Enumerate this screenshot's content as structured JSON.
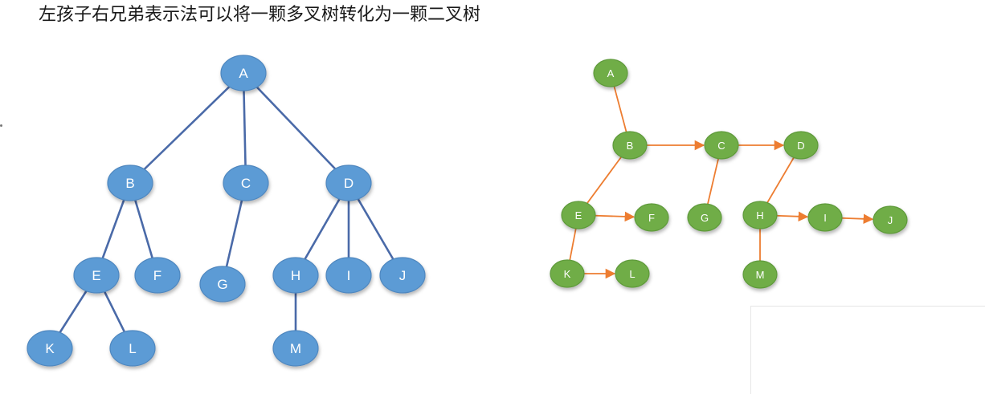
{
  "title": "左孩子右兄弟表示法可以将一颗多叉树转化为一颗二叉树",
  "colors": {
    "left_node_fill": "#5b9bd5",
    "left_node_stroke": "#4f87bf",
    "left_edge": "#4a6aa8",
    "right_node_fill": "#70ad47",
    "right_node_stroke": "#5e9a3a",
    "right_edge": "#ed7d31"
  },
  "left_tree": {
    "nodes": [
      {
        "id": "A",
        "label": "A"
      },
      {
        "id": "B",
        "label": "B"
      },
      {
        "id": "C",
        "label": "C"
      },
      {
        "id": "D",
        "label": "D"
      },
      {
        "id": "E",
        "label": "E"
      },
      {
        "id": "F",
        "label": "F"
      },
      {
        "id": "G",
        "label": "G"
      },
      {
        "id": "H",
        "label": "H"
      },
      {
        "id": "I",
        "label": "I"
      },
      {
        "id": "J",
        "label": "J"
      },
      {
        "id": "K",
        "label": "K"
      },
      {
        "id": "L",
        "label": "L"
      },
      {
        "id": "M",
        "label": "M"
      }
    ],
    "edges": [
      [
        "A",
        "B"
      ],
      [
        "A",
        "C"
      ],
      [
        "A",
        "D"
      ],
      [
        "B",
        "E"
      ],
      [
        "B",
        "F"
      ],
      [
        "C",
        "G"
      ],
      [
        "D",
        "H"
      ],
      [
        "D",
        "I"
      ],
      [
        "D",
        "J"
      ],
      [
        "E",
        "K"
      ],
      [
        "E",
        "L"
      ],
      [
        "H",
        "M"
      ]
    ]
  },
  "right_tree": {
    "nodes": [
      {
        "id": "A",
        "label": "A"
      },
      {
        "id": "B",
        "label": "B"
      },
      {
        "id": "C",
        "label": "C"
      },
      {
        "id": "D",
        "label": "D"
      },
      {
        "id": "E",
        "label": "E"
      },
      {
        "id": "F",
        "label": "F"
      },
      {
        "id": "G",
        "label": "G"
      },
      {
        "id": "H",
        "label": "H"
      },
      {
        "id": "I",
        "label": "I"
      },
      {
        "id": "J",
        "label": "J"
      },
      {
        "id": "K",
        "label": "K"
      },
      {
        "id": "L",
        "label": "L"
      },
      {
        "id": "M",
        "label": "M"
      }
    ],
    "child_edges": [
      [
        "A",
        "B"
      ],
      [
        "B",
        "E"
      ],
      [
        "C",
        "G"
      ],
      [
        "D",
        "H"
      ],
      [
        "E",
        "K"
      ],
      [
        "H",
        "M"
      ]
    ],
    "sibling_edges": [
      [
        "B",
        "C"
      ],
      [
        "C",
        "D"
      ],
      [
        "E",
        "F"
      ],
      [
        "H",
        "I"
      ],
      [
        "I",
        "J"
      ],
      [
        "K",
        "L"
      ]
    ]
  }
}
